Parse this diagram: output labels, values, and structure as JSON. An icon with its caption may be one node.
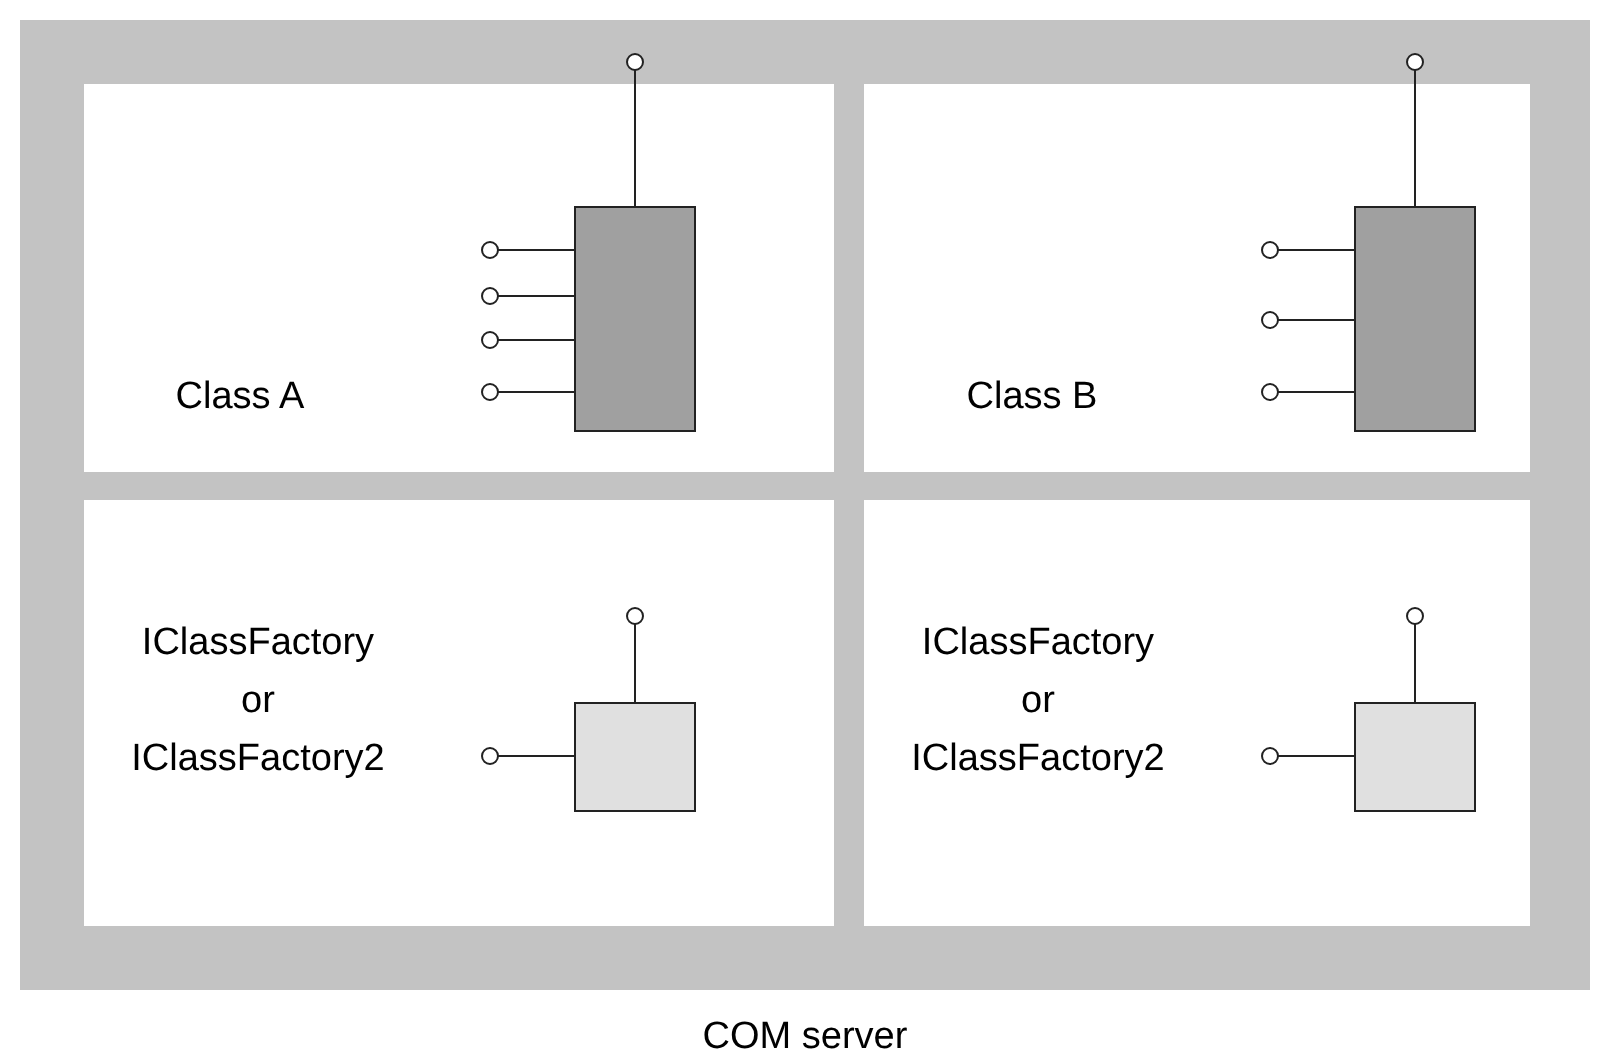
{
  "diagram": {
    "nodes": [
      {
        "text": [
          "COM server"
        ]
      },
      {
        "text": [
          "Class A"
        ],
        "in": 0
      },
      {
        "text": [],
        "shape": "box",
        "in": 1
      },
      {
        "text": [
          "Class B"
        ],
        "in": 0
      },
      {
        "text": [],
        "shape": "box",
        "in": 3
      },
      {
        "text": [
          "IClassFactory or IClassFactory2"
        ],
        "in": 0
      },
      {
        "text": [],
        "shape": "box",
        "in": 5
      },
      {
        "text": [
          "IClassFactory or IClassFactory2"
        ],
        "in": 0
      },
      {
        "text": [],
        "shape": "box",
        "in": 7
      }
    ]
  }
}
